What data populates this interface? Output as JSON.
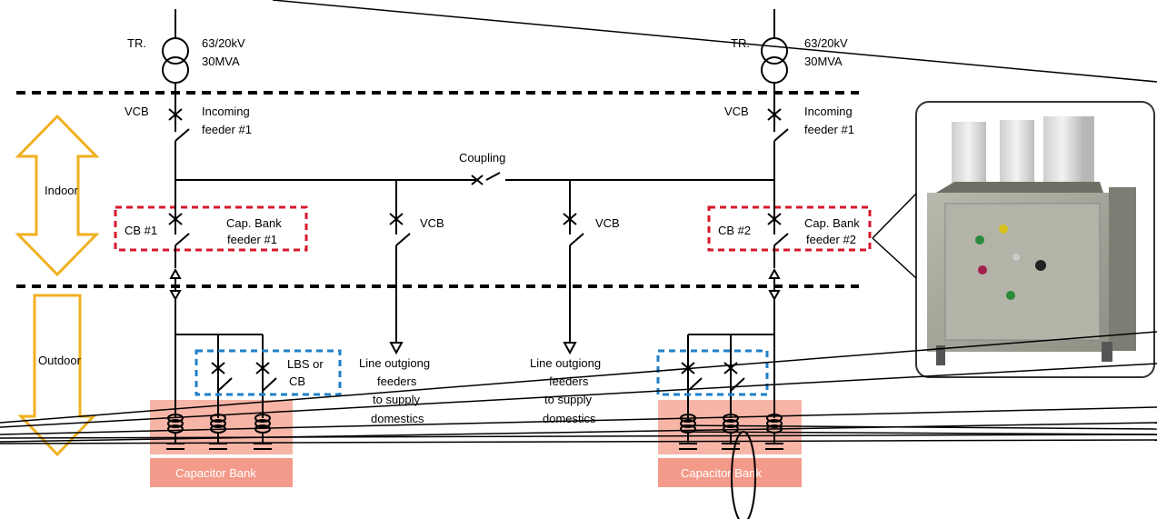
{
  "left_section": {
    "transformer_label": "TR.",
    "transformer_rating_line1": "63/20kV",
    "transformer_rating_line2": "30MVA",
    "incoming_vcb_label": "VCB",
    "incoming_feeder_line1": "Incoming",
    "incoming_feeder_line2": "feeder #1",
    "cap_cb_label": "CB #1",
    "cap_feeder_line1": "Cap. Bank",
    "cap_feeder_line2": "feeder #1",
    "switch_group_line1": "LBS or",
    "switch_group_line2": "CB",
    "capacitor_bank_label": "Capacitor Bank"
  },
  "right_section": {
    "transformer_label": "TR.",
    "transformer_rating_line1": "63/20kV",
    "transformer_rating_line2": "30MVA",
    "incoming_vcb_label": "VCB",
    "incoming_feeder_line1": "Incoming",
    "incoming_feeder_line2": "feeder #1",
    "cap_cb_label": "CB #2",
    "cap_feeder_line1": "Cap. Bank",
    "cap_feeder_line2": "feeder #2",
    "capacitor_bank_label": "Capacitor Bank"
  },
  "coupling_label": "Coupling",
  "line_feeders": [
    {
      "vcb_label": "VCB",
      "line1": "Line outgiong",
      "line2": "feeders",
      "line3": "to supply",
      "line4": "domestics"
    },
    {
      "vcb_label": "VCB",
      "line1": "Line outgiong",
      "line2": "feeders",
      "line3": "to supply",
      "line4": "domestics"
    }
  ],
  "zones": {
    "indoor": "Indoor",
    "outdoor": "Outdoor"
  },
  "colors": {
    "zone_arrow": "#f0b020",
    "cap_feeder_box": "#d6182b",
    "switch_box": "#1f7fc8",
    "cap_bank_fill": "#f7b5a8",
    "cap_bank_label_fill": "#f49a8a",
    "inset_border": "#333333"
  },
  "inset_photo_icon": "vacuum-circuit-breaker-photo"
}
